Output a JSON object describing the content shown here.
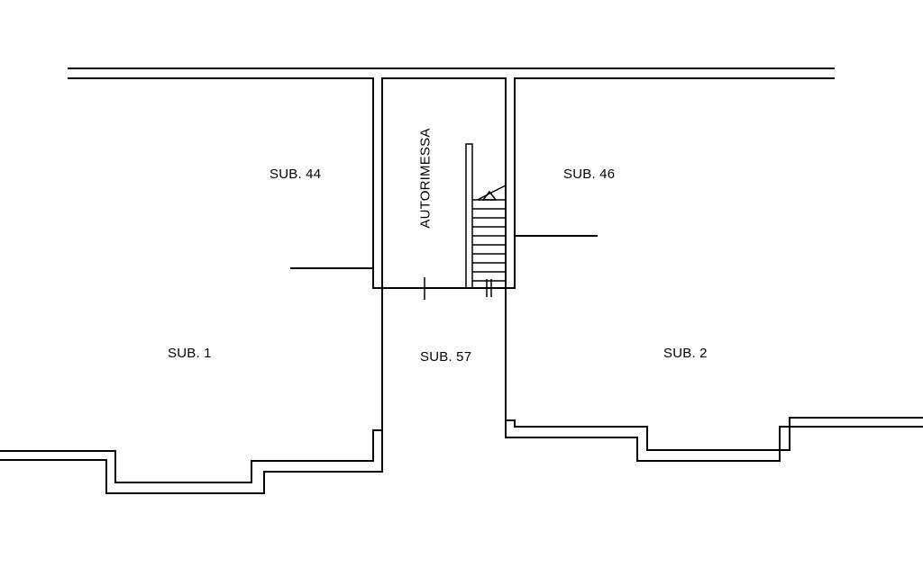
{
  "rooms": {
    "sub44": "SUB. 44",
    "sub46": "SUB. 46",
    "sub1": "SUB. 1",
    "sub57": "SUB. 57",
    "sub2": "SUB. 2",
    "autorimessa": "AUTORIMESSA"
  },
  "colors": {
    "line": "#000000",
    "background": "#ffffff"
  }
}
